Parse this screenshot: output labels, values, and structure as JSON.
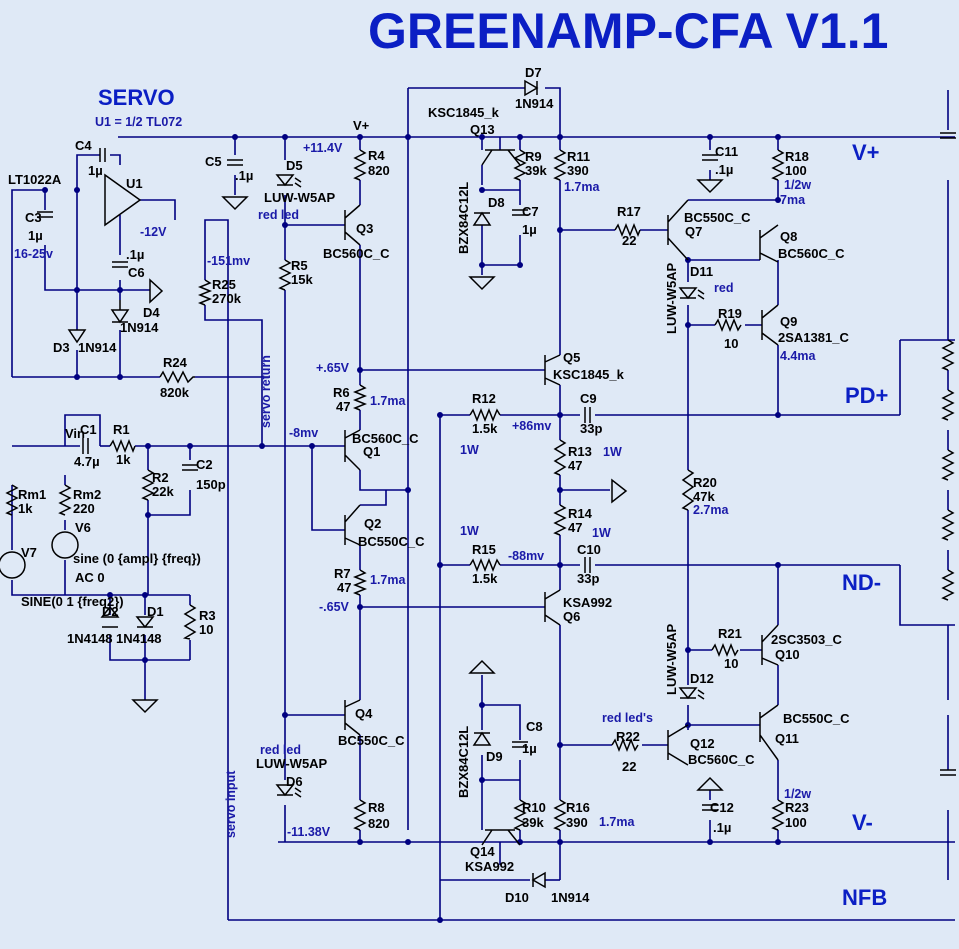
{
  "title": "GREENAMP-CFA V1.1",
  "servo": {
    "heading": "SERVO",
    "opamp_note": "U1 = 1/2 TL072"
  },
  "rails": {
    "vplus": "V+",
    "vminus": "V-",
    "pd_plus": "PD+",
    "nd_minus": "ND-",
    "nfb": "NFB",
    "vplus_node": "V+"
  },
  "nets": {
    "servo_return": "servo return",
    "servo_input": "servo input",
    "vin": "Vin"
  },
  "labels": {
    "lt1022a": "LT1022A",
    "c4": "C4",
    "c4v": "1µ",
    "u1": "U1",
    "c3": "C3",
    "c3v": "1µ",
    "c3note": "16-25v",
    "c5": "C5",
    "c5v": ".1µ",
    "d5": "D5",
    "d5v": "LUW-W5AP",
    "d5note": "red led",
    "r4": "R4",
    "r4v": "820",
    "q3": "Q3",
    "q3v": "BC560C_C",
    "r5": "R5",
    "r5v": "15k",
    "r25": "R25",
    "r25v": "270k",
    "c6v": ".1µ",
    "c6": "C6",
    "d4": "D4",
    "d4v": "1N914",
    "d3": "D3",
    "d3v": "1N914",
    "r24": "R24",
    "r24v": "820k",
    "r6": "R6",
    "r6v": "47",
    "q1": "Q1",
    "q1v": "BC560C_C",
    "c1": "C1",
    "c1v": "4.7µ",
    "r1": "R1",
    "r1v": "1k",
    "r2": "R2",
    "r2v": "22k",
    "c2": "C2",
    "c2v": "150p",
    "rm1": "Rm1",
    "rm1v": "1k",
    "rm2": "Rm2",
    "rm2v": "220",
    "v6": "V6",
    "v6v": "sine (0 {ampl} {freq})",
    "v6ac": "AC 0",
    "v7": "V7",
    "v7v": "SINE(0 1 {freq2})",
    "d2": "D2",
    "d2v": "1N4148",
    "d1": "D1",
    "d1v": "1N4148",
    "r3": "R3",
    "r3v": "10",
    "q2": "Q2",
    "q2v": "BC550C_C",
    "r7": "R7",
    "r7v": "47",
    "q4": "Q4",
    "q4v": "BC550C_C",
    "d6": "D6",
    "d6v": "LUW-W5AP",
    "d6note": "red led",
    "r8": "R8",
    "r8v": "820",
    "d7": "D7",
    "d7v": "1N914",
    "q13": "Q13",
    "q13v": "KSC1845_k",
    "r9": "R9",
    "r9v": "39k",
    "r11": "R11",
    "r11v": "390",
    "z1": "BZX84C12L",
    "d8": "D8",
    "c7": "C7",
    "c7v": "1µ",
    "c11": "C11",
    "c11v": ".1µ",
    "r18": "R18",
    "r18v": "100",
    "r18p": "1/2w",
    "r17": "R17",
    "r17v": "22",
    "q7": "Q7",
    "q7v": "BC550C_C",
    "q8": "Q8",
    "q8v": "BC560C_C",
    "d11": "D11",
    "d11note": "red",
    "d11v": "LUW-W5AP",
    "r19": "R19",
    "r19v": "10",
    "q9": "Q9",
    "q9v": "2SA1381_C",
    "q5": "Q5",
    "q5v": "KSC1845_k",
    "r12": "R12",
    "r12v": "1.5k",
    "c9": "C9",
    "c9v": "33p",
    "r13": "R13",
    "r13v": "47",
    "r13p": "1W",
    "r14": "R14",
    "r14v": "47",
    "r14p": "1W",
    "r15": "R15",
    "r15v": "1.5k",
    "c10": "C10",
    "c10v": "33p",
    "r20": "R20",
    "r20v": "47k",
    "q6": "Q6",
    "q6v": "KSA992",
    "r21": "R21",
    "r21v": "10",
    "q10": "Q10",
    "q10v": "2SC3503_C",
    "d12": "D12",
    "d12v": "LUW-W5AP",
    "q11": "Q11",
    "q11v": "BC550C_C",
    "r22": "R22",
    "r22v": "22",
    "q12": "Q12",
    "q12v": "BC560C_C",
    "rled": "red led's",
    "z2": "BZX84C12L",
    "d9": "D9",
    "c8": "C8",
    "c8v": "1µ",
    "r10": "R10",
    "r10v": "39k",
    "r16": "R16",
    "r16v": "390",
    "c12": "C12",
    "c12v": ".1µ",
    "r23": "R23",
    "r23v": "100",
    "r23p": "1/2w",
    "q14": "Q14",
    "q14v": "KSA992",
    "d10": "D10",
    "d10v": "1N914"
  },
  "annotations": {
    "v_11_4": "+11.4V",
    "v_12": "-12V",
    "mv151": "-151mv",
    "v065p": "+.65V",
    "i17a": "1.7ma",
    "mv8": "-8mv",
    "i17b": "1.7ma",
    "v065n": "-.65V",
    "v1138": "-11.38V",
    "i17c": "1.7ma",
    "i7": "7ma",
    "i44": "4.4ma",
    "mv86": "+86mv",
    "w1a": "1W",
    "w1b": "1W",
    "mv88": "-88mv",
    "i27": "2.7ma",
    "i17d": "1.7ma"
  }
}
